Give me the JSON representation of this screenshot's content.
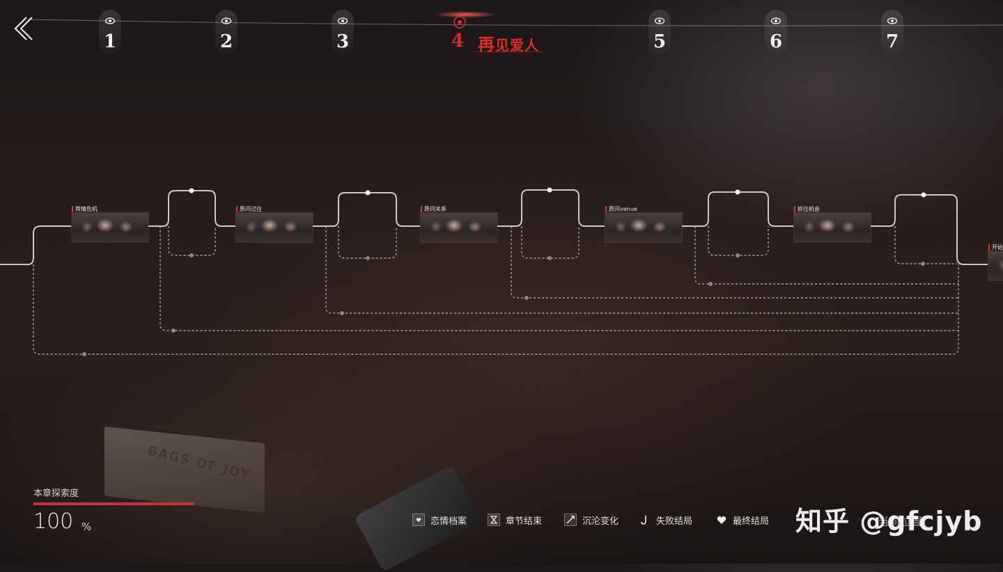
{
  "chapters": [
    {
      "number": "1"
    },
    {
      "number": "2"
    },
    {
      "number": "3"
    },
    {
      "number": "4",
      "title_first": "再",
      "title_rest": "见爱人",
      "active": true
    },
    {
      "number": "5"
    },
    {
      "number": "6"
    },
    {
      "number": "7"
    }
  ],
  "nodes": [
    {
      "label": "舆情危机"
    },
    {
      "label": "质问过往"
    },
    {
      "label": "质问关系"
    },
    {
      "label": "质问venue"
    },
    {
      "label": "抓住机会"
    },
    {
      "label": "开始调"
    }
  ],
  "progress": {
    "label": "本章探索度",
    "value": "100",
    "unit": "%",
    "fraction": 1.0
  },
  "legend": [
    {
      "label": "恋情档案",
      "icon": "heart-file-icon"
    },
    {
      "label": "章节结束",
      "icon": "hourglass-icon"
    },
    {
      "label": "沉沦变化",
      "icon": "spark-icon"
    },
    {
      "label": "失败结局",
      "icon": "hook-icon"
    },
    {
      "label": "最终结局",
      "icon": "heart-icon"
    }
  ],
  "watermark": {
    "text": "知乎 @gfcjyb",
    "under_text": "当前位置"
  },
  "art": {
    "box_text": "BAGS OF JOY"
  },
  "colors": {
    "accent_red": "#e02a2a",
    "progress_fill": "#c8333a"
  }
}
